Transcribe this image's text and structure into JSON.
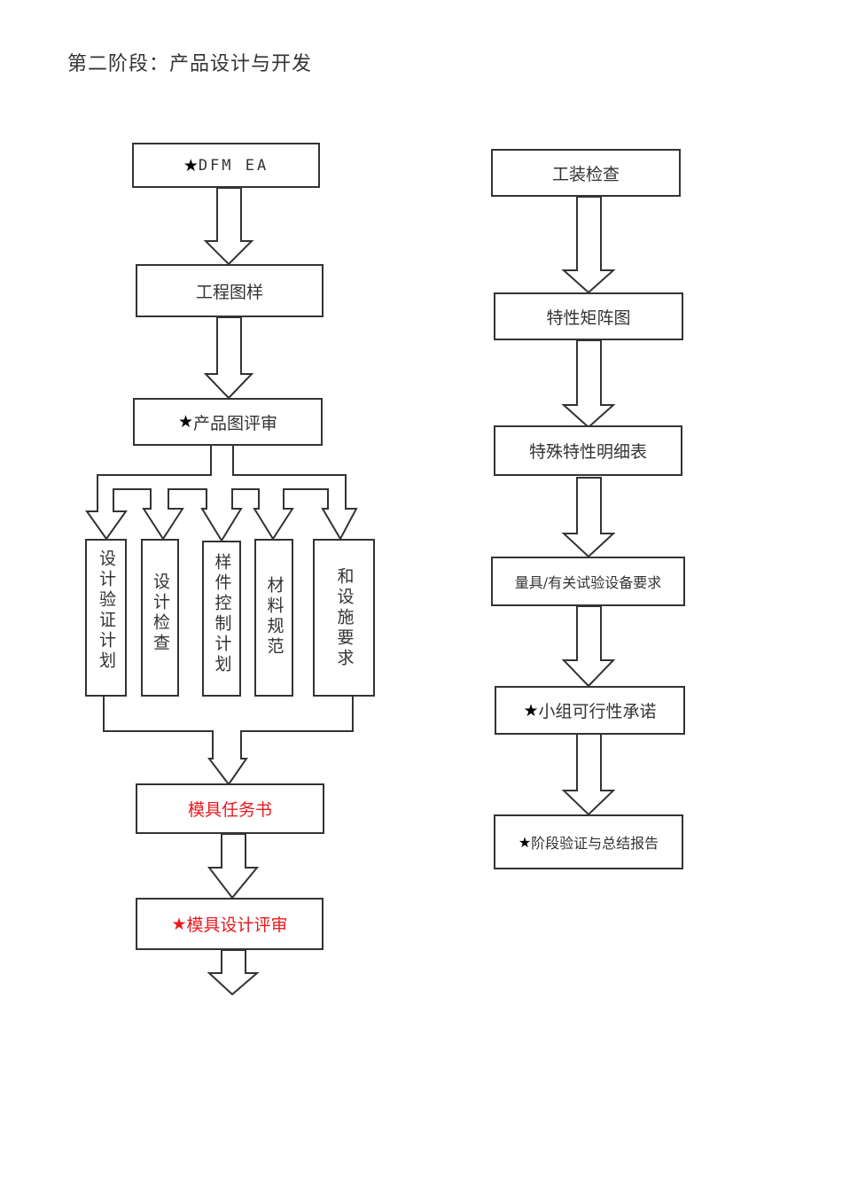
{
  "title": "第二阶段：产品设计与开发",
  "colors": {
    "line": "#333333",
    "red_text": "#e8191d"
  },
  "star_glyph": "★",
  "left_column": {
    "dfmea": {
      "star": true,
      "label": "DFM EA"
    },
    "engineering_drawing": {
      "label": "工程图样"
    },
    "product_drawing_review": {
      "star": true,
      "label": "产品图评审"
    },
    "branches": [
      {
        "label": "设计验证计划"
      },
      {
        "label": "设计检查"
      },
      {
        "label": "样件控制计划"
      },
      {
        "label": "材料规范"
      },
      {
        "label": "和设施要求"
      }
    ],
    "mold_task_book": {
      "label": "模具任务书",
      "color": "red"
    },
    "mold_design_review": {
      "star": true,
      "label": "模具设计评审",
      "color": "red"
    }
  },
  "right_column": [
    {
      "star": false,
      "label": "工装检查"
    },
    {
      "star": false,
      "label": "特性矩阵图"
    },
    {
      "star": false,
      "label": "特殊特性明细表"
    },
    {
      "star": false,
      "label": "量具/有关试验设备要求"
    },
    {
      "star": true,
      "label": "小组可行性承诺"
    },
    {
      "star": true,
      "label": "阶段验证与总结报告"
    }
  ]
}
